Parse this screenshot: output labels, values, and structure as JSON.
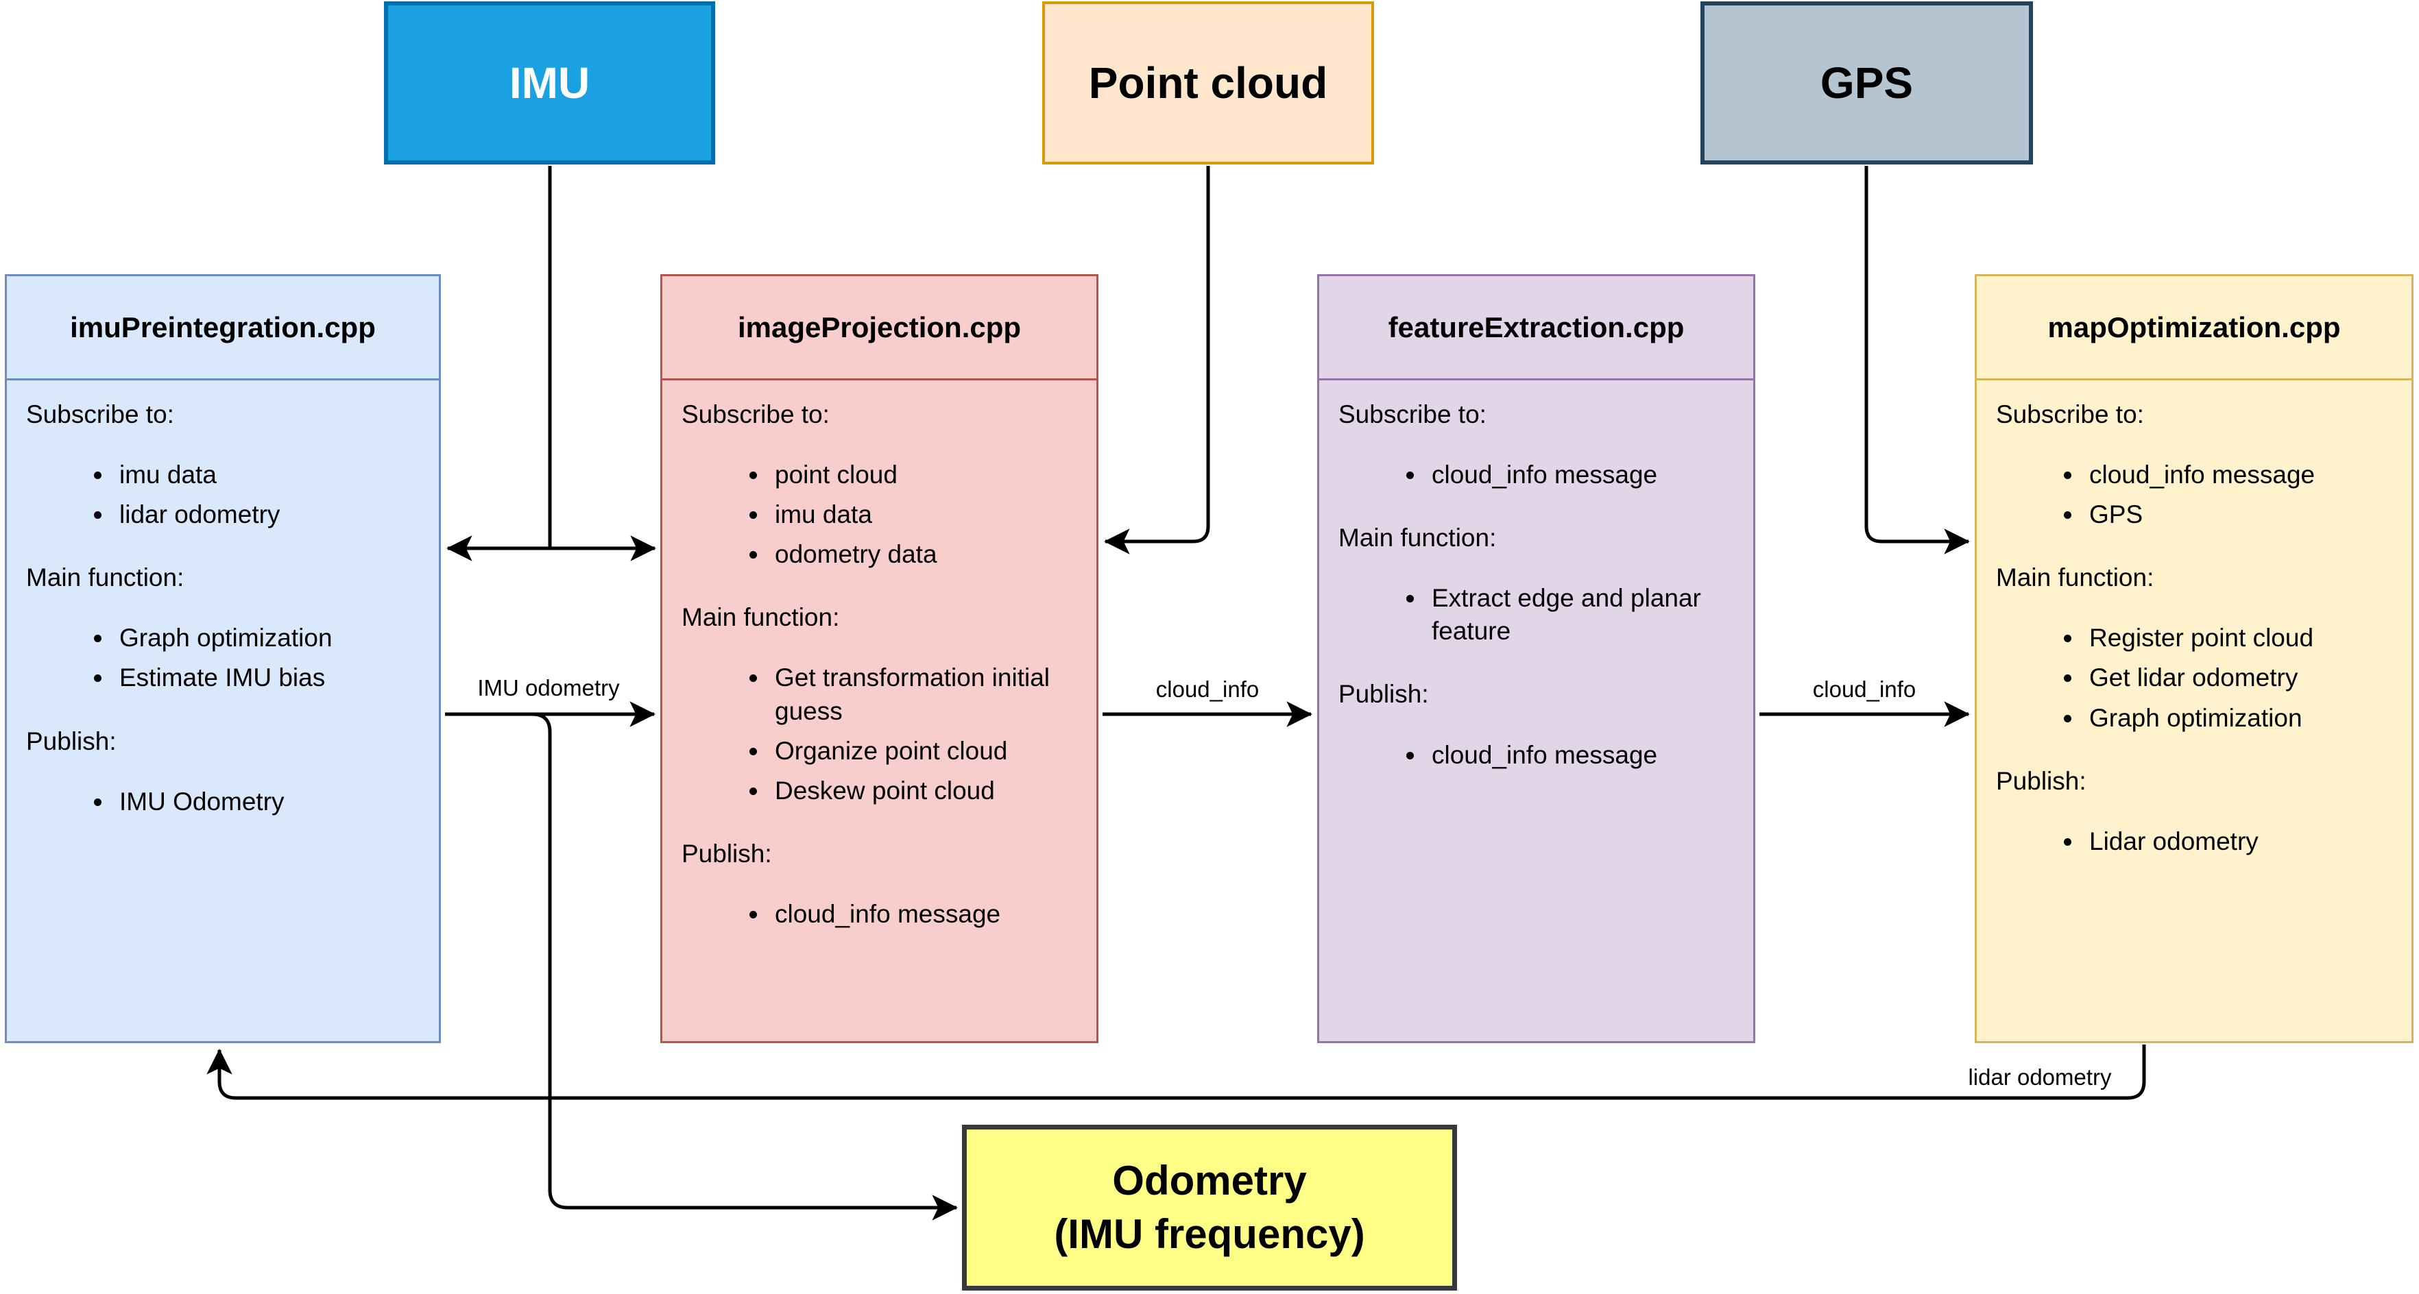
{
  "diagram": {
    "title_hint": "LIO-SAM style ROS node pipeline",
    "arrow_color": "#000000",
    "sources": [
      {
        "label": "IMU",
        "fill": "#1BA1E2",
        "stroke": "#006EAF",
        "text_color": "#FFFFFF"
      },
      {
        "label": "Point cloud",
        "fill": "#FFE6CC",
        "stroke": "#D79B00",
        "text_color": "#000000"
      },
      {
        "label": "GPS",
        "fill": "#B5C4D1",
        "stroke": "#23445D",
        "text_color": "#000000"
      }
    ],
    "nodes": [
      {
        "title": "imuPreintegration.cpp",
        "fill": "#DAE8FC",
        "stroke": "#6C8EBF",
        "sections": [
          {
            "heading": "Subscribe to:",
            "items": [
              "imu data",
              "lidar odometry"
            ]
          },
          {
            "heading": "Main function:",
            "items": [
              "Graph optimization",
              "Estimate IMU bias"
            ]
          },
          {
            "heading": "Publish:",
            "items": [
              "IMU Odometry"
            ]
          }
        ]
      },
      {
        "title": "imageProjection.cpp",
        "fill": "#F8CECC",
        "stroke": "#B85450",
        "sections": [
          {
            "heading": "Subscribe to:",
            "items": [
              "point cloud",
              "imu data",
              "odometry data"
            ]
          },
          {
            "heading": "Main function:",
            "items": [
              "Get transformation initial guess",
              "Organize point cloud",
              "Deskew point cloud"
            ]
          },
          {
            "heading": "Publish:",
            "items": [
              "cloud_info message"
            ]
          }
        ]
      },
      {
        "title": "featureExtraction.cpp",
        "fill": "#E1D5E7",
        "stroke": "#9673A6",
        "sections": [
          {
            "heading": "Subscribe to:",
            "items": [
              "cloud_info message"
            ]
          },
          {
            "heading": "Main function:",
            "items": [
              "Extract edge and planar feature"
            ]
          },
          {
            "heading": "Publish:",
            "items": [
              "cloud_info message"
            ]
          }
        ]
      },
      {
        "title": "mapOptimization.cpp",
        "fill": "#FFF2CC",
        "stroke": "#D6B656",
        "sections": [
          {
            "heading": "Subscribe to:",
            "items": [
              "cloud_info message",
              "GPS"
            ]
          },
          {
            "heading": "Main function:",
            "items": [
              "Register point cloud",
              "Get lidar odometry",
              "Graph optimization"
            ]
          },
          {
            "heading": "Publish:",
            "items": [
              "Lidar odometry"
            ]
          }
        ]
      }
    ],
    "sink": {
      "line1": "Odometry",
      "line2": "(IMU frequency)",
      "fill": "#FFFF88",
      "stroke": "#36393D",
      "text_color": "#000000"
    },
    "edge_labels": {
      "imu_odometry": "IMU odometry",
      "cloud_info_1": "cloud_info",
      "cloud_info_2": "cloud_info",
      "lidar_odometry": "lidar odometry"
    }
  }
}
